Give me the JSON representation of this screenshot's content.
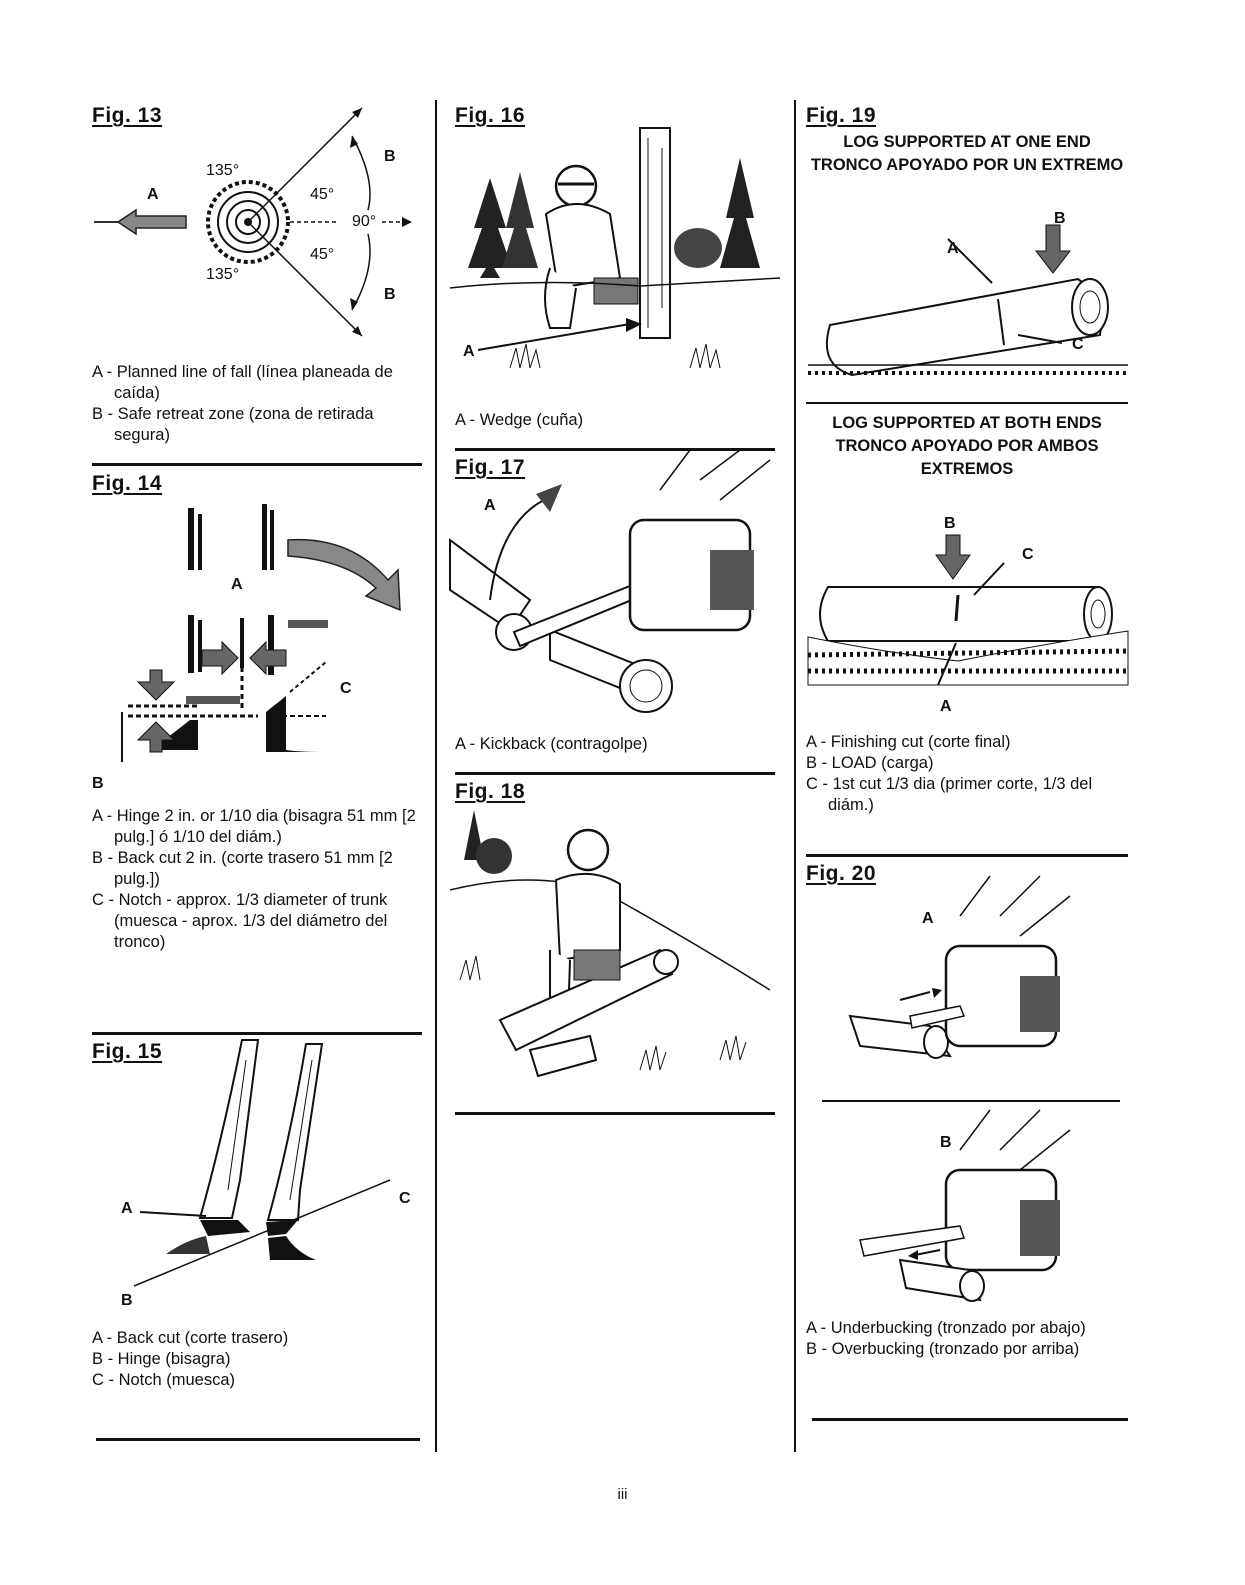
{
  "page_number": "iii",
  "fig13": {
    "title": "Fig. 13",
    "labels": {
      "a": "A",
      "b_top": "B",
      "b_bottom": "B",
      "deg_135_top": "135°",
      "deg_135_bottom": "135°",
      "deg_45_top": "45°",
      "deg_45_bottom": "45°",
      "deg_90": "90°"
    },
    "legend": [
      "A - Planned line of fall (línea planeada de caída)",
      "B - Safe retreat zone (zona de retirada segura)"
    ]
  },
  "fig14": {
    "title": "Fig. 14",
    "labels": {
      "a": "A",
      "b": "B",
      "c": "C"
    },
    "legend": [
      "A - Hinge 2 in. or 1/10 dia (bisagra 51 mm [2 pulg.] ó 1/10 del diám.)",
      "B - Back cut 2 in. (corte trasero 51 mm [2 pulg.])",
      "C - Notch - approx. 1/3 diameter of trunk (muesca - aprox. 1/3 del diámetro del tronco)"
    ]
  },
  "fig15": {
    "title": "Fig. 15",
    "labels": {
      "a": "A",
      "b": "B",
      "c": "C"
    },
    "legend": [
      "A - Back cut (corte trasero)",
      "B - Hinge (bisagra)",
      "C - Notch (muesca)"
    ]
  },
  "fig16": {
    "title": "Fig. 16",
    "labels": {
      "a": "A"
    },
    "legend": [
      "A - Wedge (cuña)"
    ]
  },
  "fig17": {
    "title": "Fig. 17",
    "labels": {
      "a": "A"
    },
    "legend": [
      "A - Kickback (contragolpe)"
    ]
  },
  "fig18": {
    "title": "Fig. 18"
  },
  "fig19": {
    "title": "Fig. 19",
    "heading_one_end": [
      "LOG SUPPORTED AT ONE END",
      "TRONCO APOYADO POR UN EXTREMO"
    ],
    "labels_one_end": {
      "a": "A",
      "b": "B",
      "c": "C"
    },
    "heading_both_ends": [
      "LOG SUPPORTED AT BOTH ENDS",
      "TRONCO APOYADO POR AMBOS",
      "EXTREMOS"
    ],
    "labels_both_ends": {
      "a": "A",
      "b": "B",
      "c": "C"
    },
    "legend": [
      "A - Finishing cut (corte final)",
      "B - LOAD (carga)",
      "C - 1st cut 1/3 dia (primer corte, 1/3 del diám.)"
    ]
  },
  "fig20": {
    "title": "Fig. 20",
    "labels": {
      "a": "A",
      "b": "B"
    },
    "legend": [
      "A - Underbucking (tronzado por abajo)",
      "B - Overbucking (tronzado por arriba)"
    ]
  }
}
